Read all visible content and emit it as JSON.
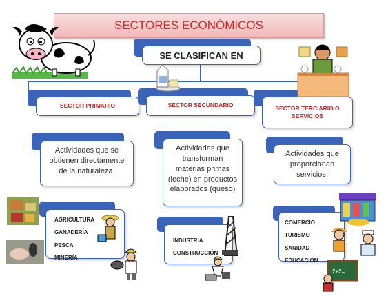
{
  "title": "SECTORES ECONÓMICOS",
  "classify_label": "SE CLASIFICAN EN",
  "sectors": [
    {
      "name": "SECTOR PRIMARIO",
      "description": "Actividades que se obtienen directamente de la naturaleza.",
      "activities": [
        "AGRICULTURA",
        "GANADERÍA",
        "PESCA",
        "MINERÍA"
      ]
    },
    {
      "name": "SECTOR SECUNDARIO",
      "description": "Actividades que transforman materias primas (leche) en productos elaborados (queso)",
      "activities": [
        "INDUSTRIA",
        "CONSTRUCCIÓN"
      ]
    },
    {
      "name": "SECTOR TERCIARIO O SERVICIOS",
      "description": "Actividades que proporcionan servicios.",
      "activities": [
        "COMERCIO",
        "TURISMO",
        "SANIDAD",
        "EDUCACIÓN"
      ]
    }
  ],
  "colors": {
    "accent_blue": "#3b63b8",
    "title_red": "#c22a2a",
    "title_bg": "#f6c9c9"
  }
}
